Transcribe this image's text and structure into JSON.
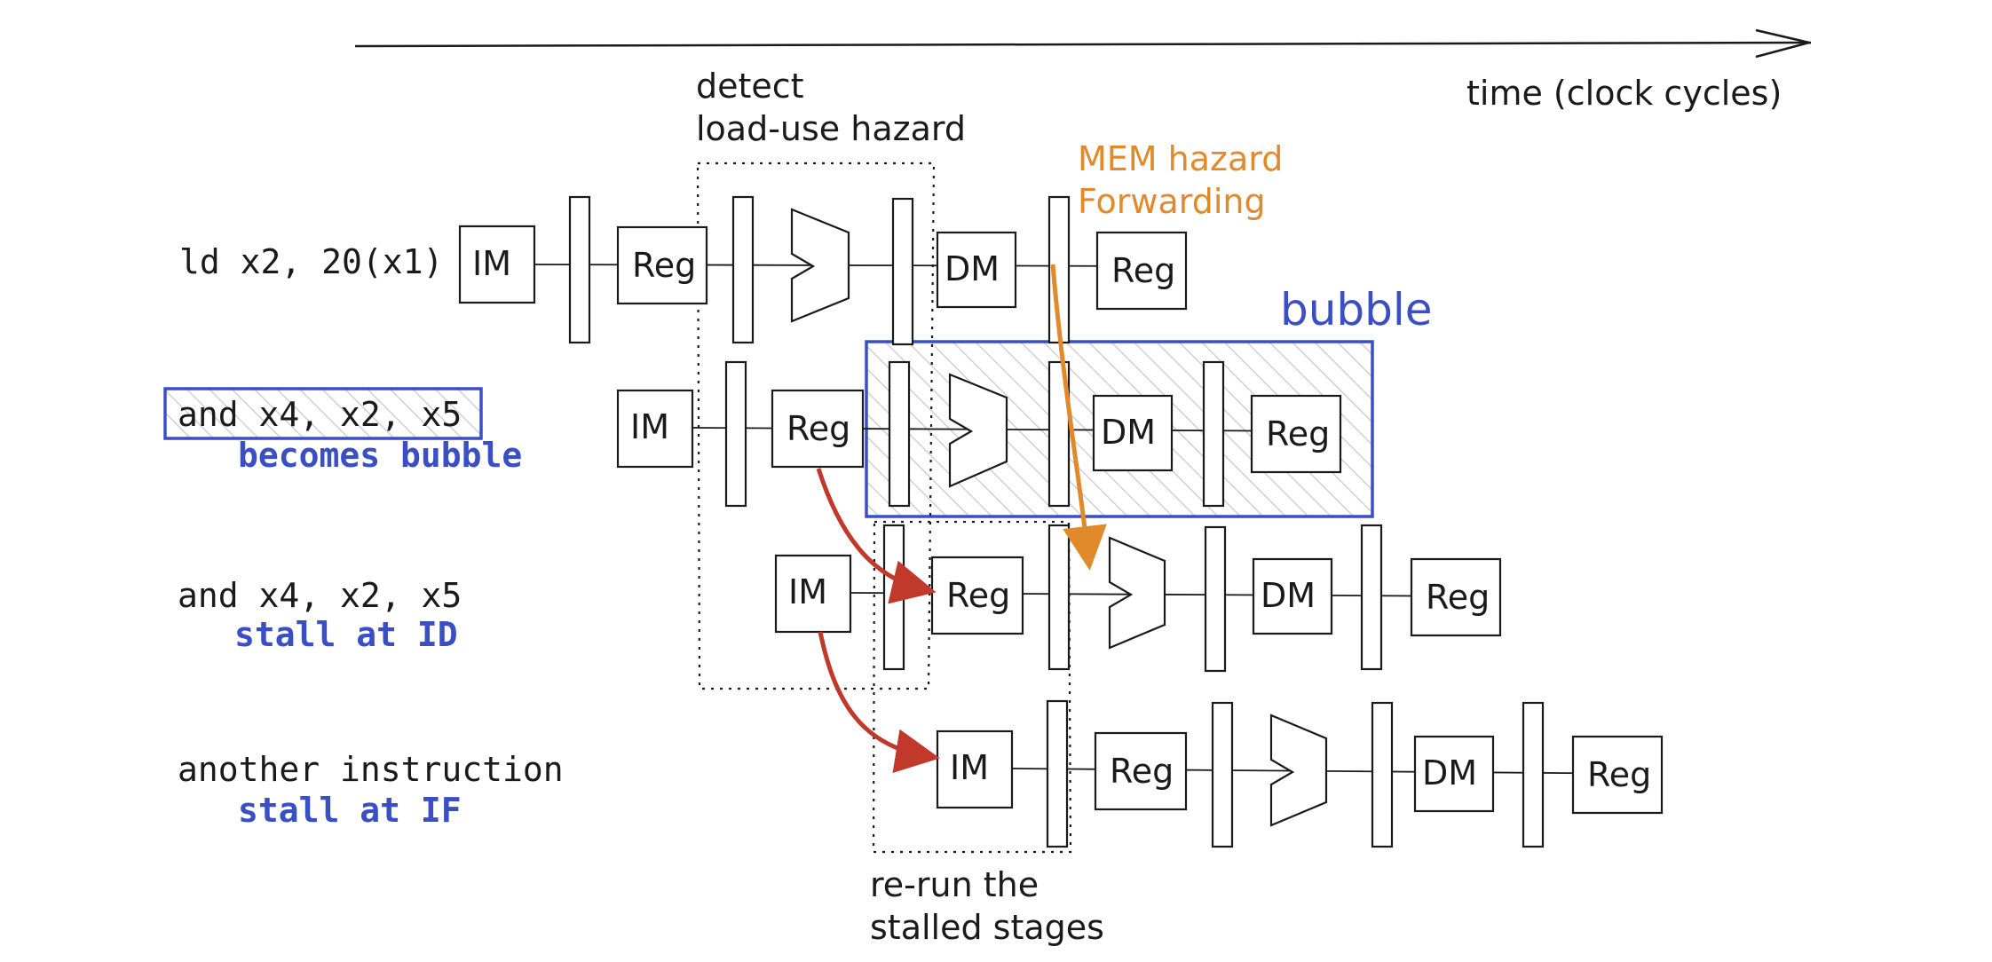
{
  "time_axis": {
    "label": "time (clock cycles)"
  },
  "annotations": {
    "detect_line1": "detect",
    "detect_line2": "load-use hazard",
    "mem_hazard_line1": "MEM hazard",
    "mem_hazard_line2": "Forwarding",
    "bubble": "bubble",
    "rerun_line1": "re-run the",
    "rerun_line2": "stalled stages"
  },
  "instructions": [
    {
      "code": "ld x2, 20(x1)",
      "note": ""
    },
    {
      "code": "and x4, x2, x5",
      "note": "becomes bubble"
    },
    {
      "code": "and x4, x2, x5",
      "note": "stall at ID"
    },
    {
      "code": "another instruction",
      "note": "stall at IF"
    }
  ],
  "stage_labels": {
    "im": "IM",
    "reg": "Reg",
    "dm": "DM"
  },
  "colors": {
    "ink": "#1a1a1a",
    "blue": "#3a4fc4",
    "orange": "#e08a2c",
    "red": "#c0392b",
    "hatch": "#c8c8c8"
  }
}
